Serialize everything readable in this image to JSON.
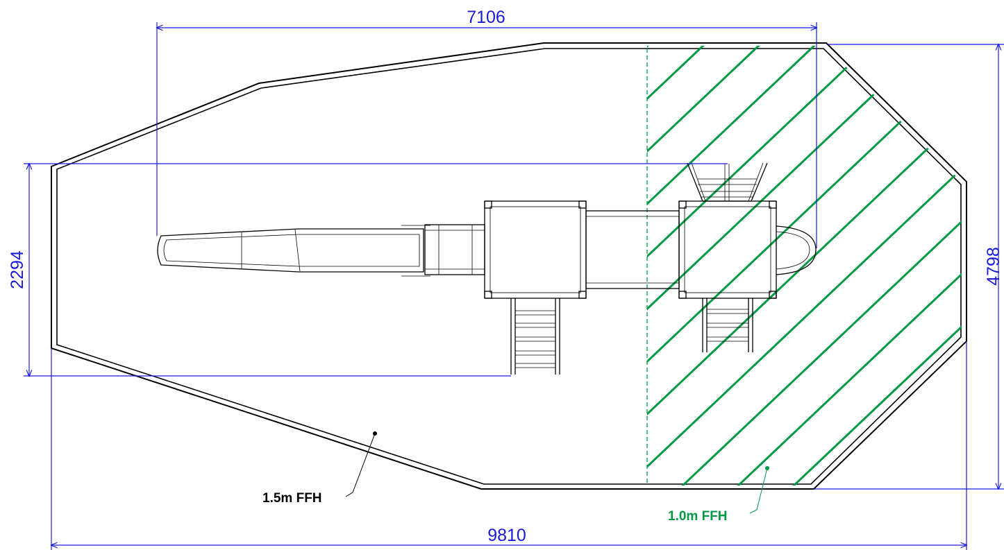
{
  "colors": {
    "dimension": "#1a1ad9",
    "hatch": "#009a44",
    "outline": "#000000",
    "background": "#ffffff"
  },
  "dimensions": {
    "top": "7106",
    "left": "2294",
    "right": "4798",
    "bottom": "9810"
  },
  "callouts": {
    "zone_a": "1.5m FFH",
    "zone_b": "1.0m FFH"
  }
}
